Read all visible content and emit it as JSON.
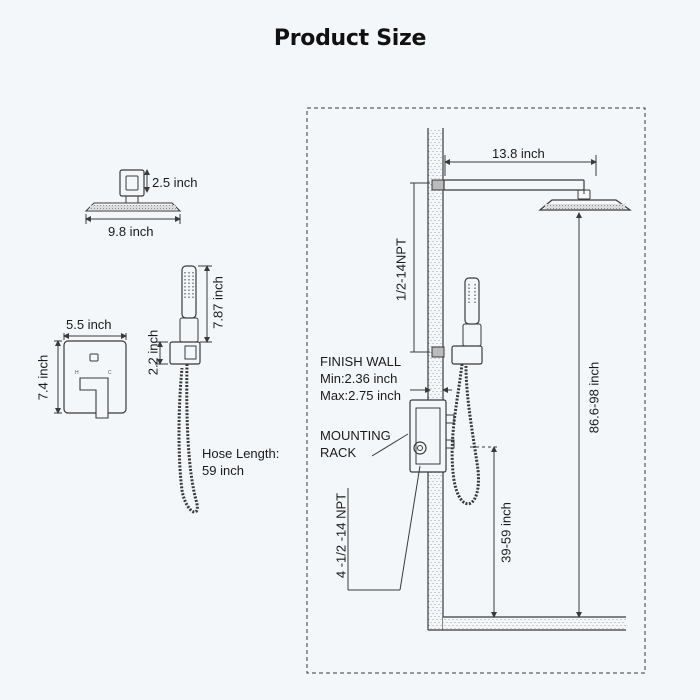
{
  "title": "Product Size",
  "labels": {
    "head_height": "2.5 inch",
    "head_width": "9.8 inch",
    "valve_width": "5.5 inch",
    "valve_height": "7.4 inch",
    "holder_height": "2.2 inch",
    "handheld_length": "7.87 inch",
    "hose_length_line1": "Hose Length:",
    "hose_length_line2": "59 inch",
    "arm_length": "13.8 inch",
    "arm_thread": "1/2-14NPT",
    "finish_wall": "FINISH WALL",
    "min_depth": "Min:2.36 inch",
    "max_depth": "Max:2.75 inch",
    "mounting_line1": "MOUNTING",
    "mounting_line2": "RACK",
    "inlet_thread": "4 -1/2 -14 NPT",
    "rough_in_height": "39-59 inch",
    "total_height": "86.6-98 inch"
  },
  "colors": {
    "background": "#f4f7f9",
    "line": "#3a3a3a",
    "wall_texture": "#9a9a9a"
  }
}
